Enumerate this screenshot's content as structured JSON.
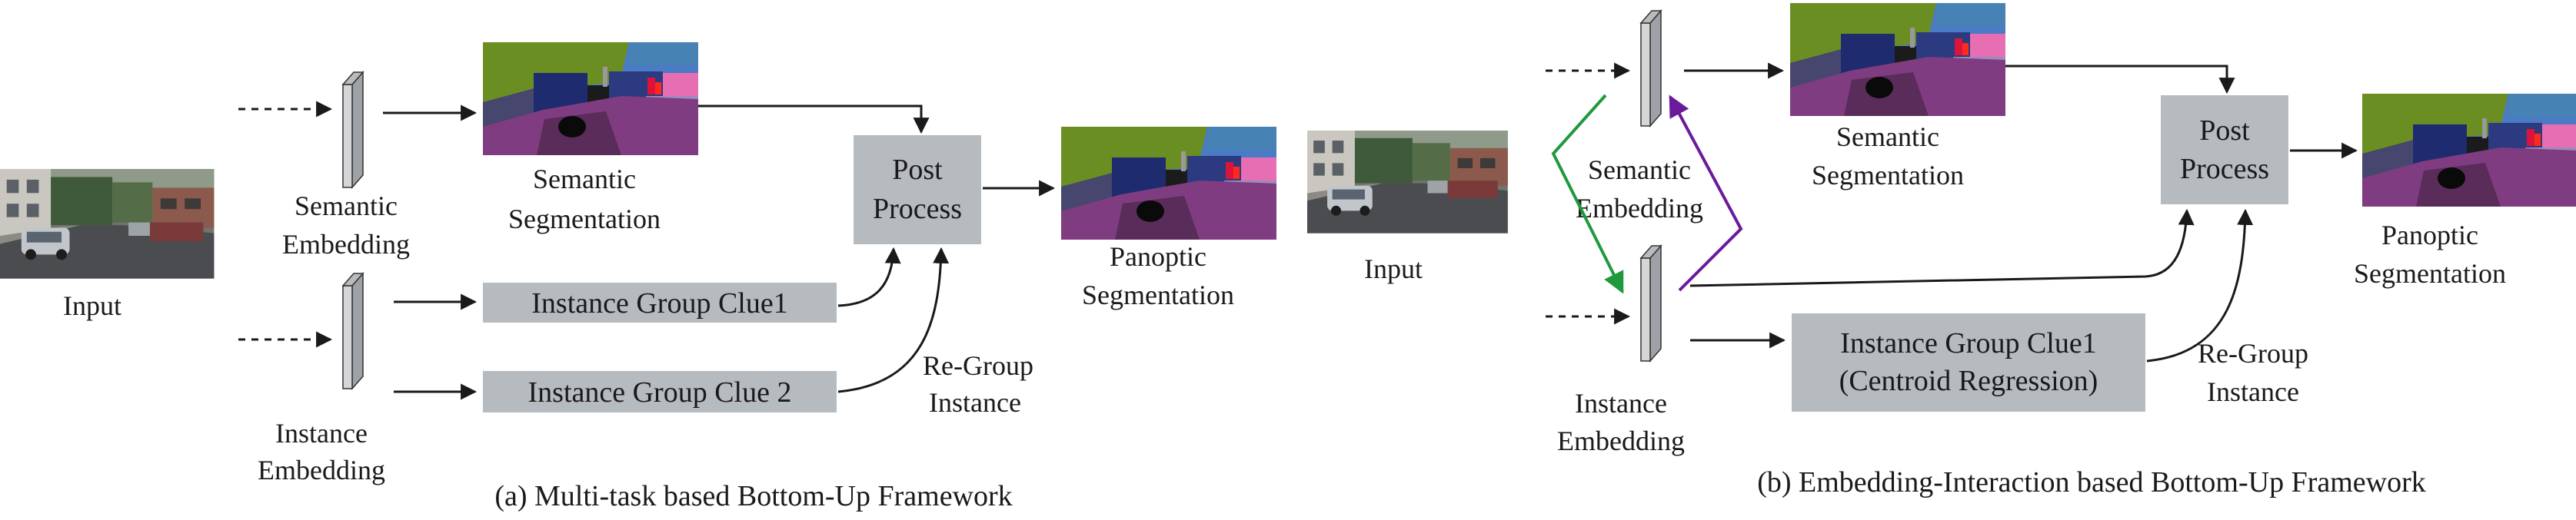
{
  "colors": {
    "box_fill": "#b6bbc0",
    "arrow": "#1a1a1a",
    "green_arrow": "#1e9a3c",
    "purple_arrow": "#6a1b9a",
    "embedding_face": "#d4d6d8"
  },
  "panel_a": {
    "input_label": "Input",
    "semantic_embedding": [
      "Semantic",
      "Embedding"
    ],
    "instance_embedding": [
      "Instance",
      "Embedding"
    ],
    "semantic_segmentation": [
      "Semantic",
      "Segmentation"
    ],
    "clue1": "Instance Group Clue1",
    "clue2": "Instance Group Clue 2",
    "post_process": [
      "Post",
      "Process"
    ],
    "regroup": [
      "Re-Group",
      "Instance"
    ],
    "panoptic": [
      "Panoptic",
      "Segmentation"
    ],
    "caption": "(a) Multi-task based Bottom-Up Framework"
  },
  "panel_b": {
    "input_label": "Input",
    "semantic_embedding": [
      "Semantic",
      "Embedding"
    ],
    "instance_embedding": [
      "Instance",
      "Embedding"
    ],
    "semantic_segmentation": [
      "Semantic",
      "Segmentation"
    ],
    "clue1": [
      "Instance Group Clue1",
      "(Centroid Regression)"
    ],
    "post_process": [
      "Post",
      "Process"
    ],
    "regroup": [
      "Re-Group",
      "Instance"
    ],
    "panoptic": [
      "Panoptic",
      "Segmentation"
    ],
    "caption": "(b) Embedding-Interaction based Bottom-Up Framework"
  }
}
